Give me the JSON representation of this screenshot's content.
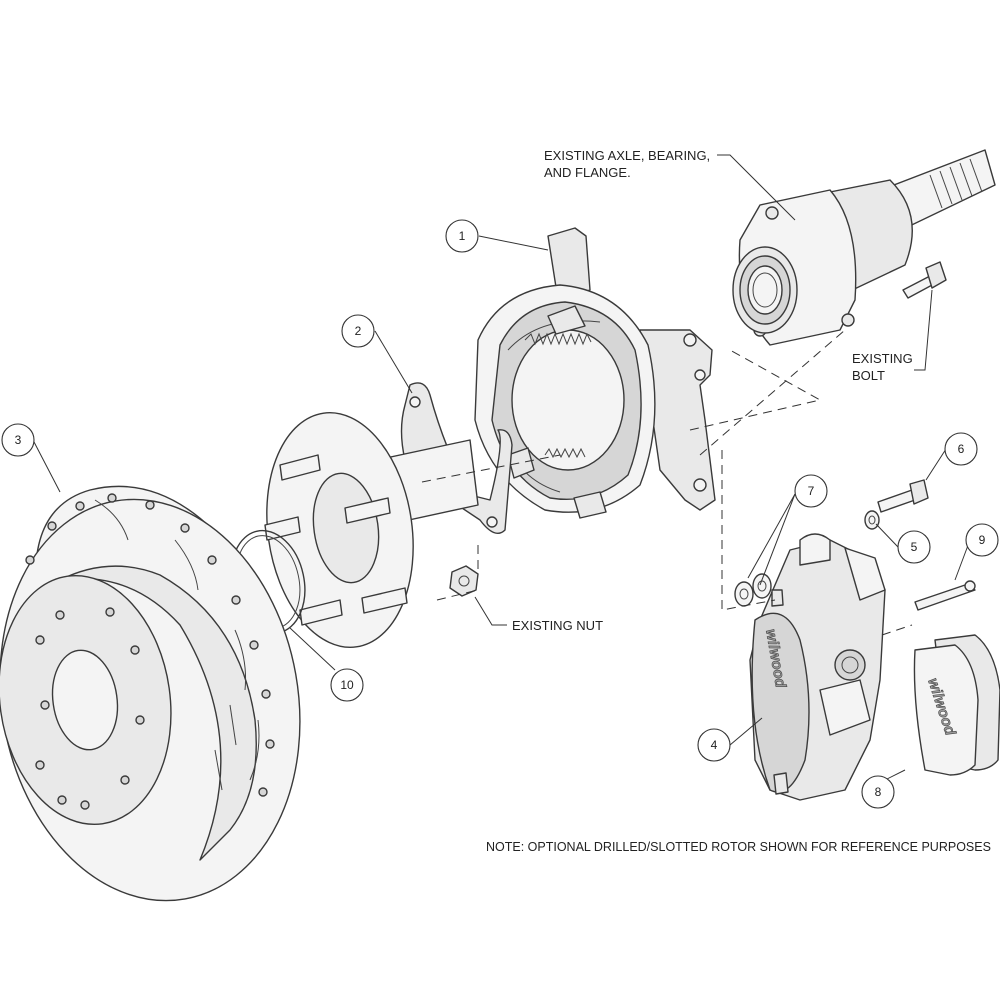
{
  "labels": {
    "existing_axle": [
      "EXISTING AXLE, BEARING,",
      "AND FLANGE."
    ],
    "existing_bolt": [
      "EXISTING",
      "BOLT"
    ],
    "existing_nut": "EXISTING NUT",
    "note": "NOTE: OPTIONAL DRILLED/SLOTTED ROTOR SHOWN FOR REFERENCE PURPOSES",
    "brand": "wilwood"
  },
  "callouts": {
    "c1": "1",
    "c2": "2",
    "c3": "3",
    "c4": "4",
    "c5": "5",
    "c6": "6",
    "c7": "7",
    "c8": "8",
    "c9": "9",
    "c10": "10"
  },
  "colors": {
    "line": "#3a3a3a",
    "part_fill": "#e9e9e9",
    "part_shade": "#d6d6d6",
    "background": "#ffffff"
  }
}
